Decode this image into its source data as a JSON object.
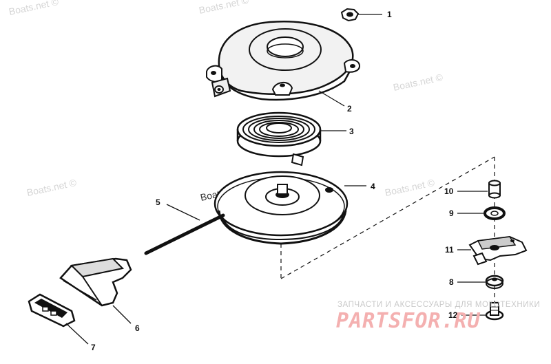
{
  "watermarks": [
    "Boats.net ©",
    "Boats.net ©",
    "Boats.net ©",
    "Boats.net ©",
    "Boats.net ©",
    "Boats.net ©"
  ],
  "callouts": [
    {
      "id": "1",
      "part": "nut"
    },
    {
      "id": "2",
      "part": "starter-housing"
    },
    {
      "id": "3",
      "part": "recoil-spring"
    },
    {
      "id": "4",
      "part": "pulley"
    },
    {
      "id": "5",
      "part": "starter-rope"
    },
    {
      "id": "6",
      "part": "starter-handle"
    },
    {
      "id": "7",
      "part": "rope-insert"
    },
    {
      "id": "8",
      "part": "washer"
    },
    {
      "id": "9",
      "part": "spring-washer"
    },
    {
      "id": "10",
      "part": "spacer"
    },
    {
      "id": "11",
      "part": "pawl"
    },
    {
      "id": "12",
      "part": "screw"
    }
  ],
  "brand": {
    "tagline": "ЗАПЧАСТИ И АКСЕССУАРЫ ДЛЯ МОТОТЕХНИКИ",
    "name": "PARTSFOR.RU"
  }
}
